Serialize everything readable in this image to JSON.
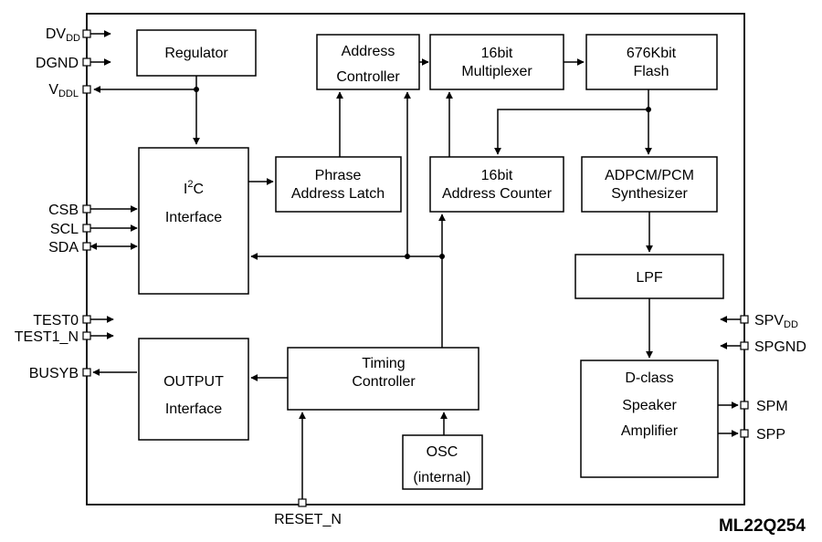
{
  "part_number": "ML22Q254",
  "blocks": {
    "regulator": [
      "Regulator"
    ],
    "address_controller": [
      "Address",
      "Controller"
    ],
    "multiplexer": [
      "16bit",
      "Multiplexer"
    ],
    "flash": [
      "676Kbit",
      "Flash"
    ],
    "i2c": [
      "Interface"
    ],
    "phrase_latch": [
      "Phrase",
      "Address Latch"
    ],
    "address_counter": [
      "16bit",
      "Address Counter"
    ],
    "synthesizer": [
      "ADPCM/PCM",
      "Synthesizer"
    ],
    "lpf": [
      "LPF"
    ],
    "output_interface": [
      "OUTPUT",
      "Interface"
    ],
    "timing_controller": [
      "Timing",
      "Controller"
    ],
    "osc": [
      "OSC",
      "(internal)"
    ],
    "dclass": [
      "D-class",
      "Speaker",
      "Amplifier"
    ]
  },
  "i2c_title": {
    "base": "I",
    "sup": "2",
    "rest": "C"
  },
  "pins": {
    "dvdd": {
      "base": "DV",
      "sub": "DD"
    },
    "dgnd": "DGND",
    "vddl": {
      "base": "V",
      "sub": "DDL"
    },
    "csb": "CSB",
    "scl": "SCL",
    "sda": "SDA",
    "test0": "TEST0",
    "test1_n": "TEST1_N",
    "busyb": "BUSYB",
    "reset_n": "RESET_N",
    "spvdd": {
      "base": "SPV",
      "sub": "DD"
    },
    "spgnd": "SPGND",
    "spm": "SPM",
    "spp": "SPP"
  }
}
